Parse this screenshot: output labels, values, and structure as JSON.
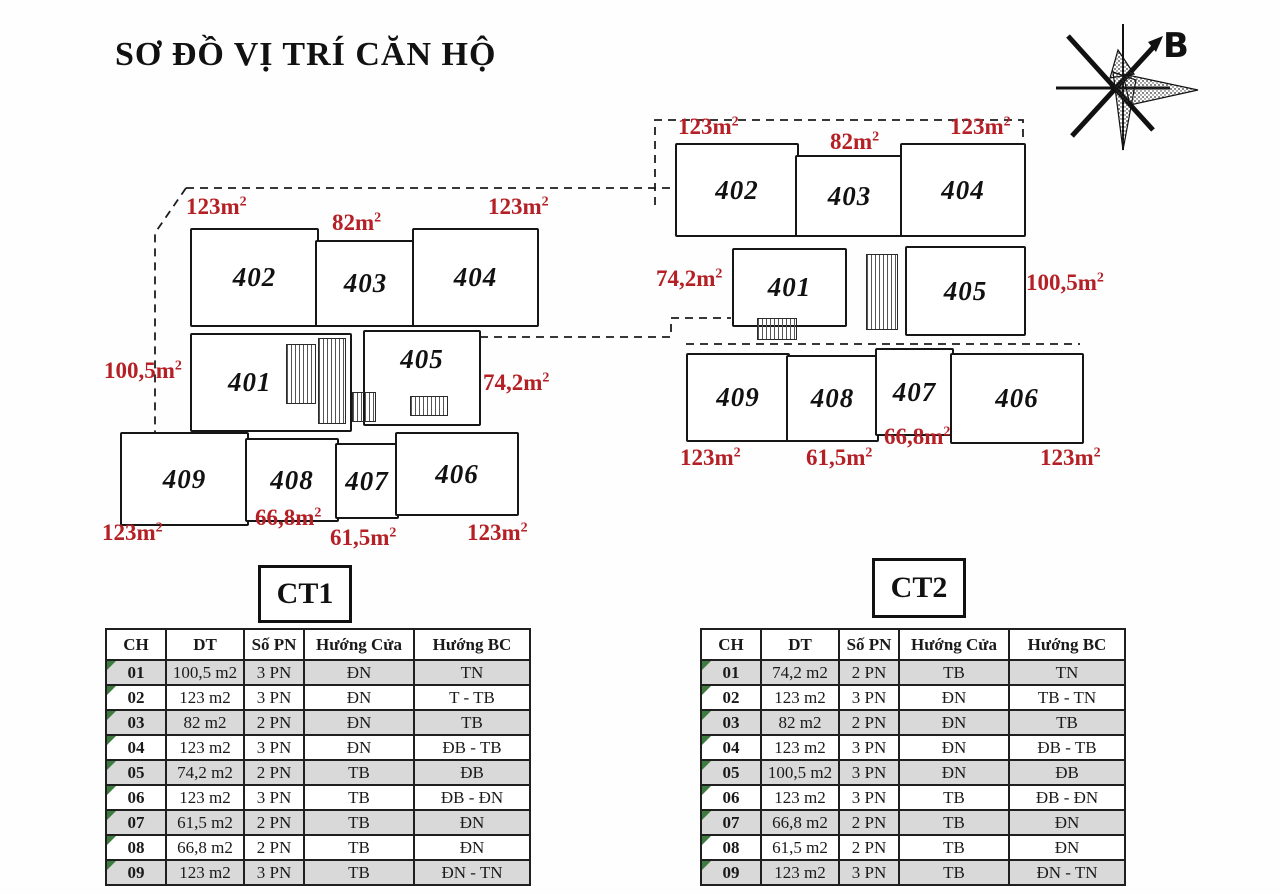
{
  "title": "SƠ ĐỒ VỊ TRÍ CĂN HỘ",
  "compass": {
    "north_label": "B"
  },
  "unit": {
    "base": "m",
    "sup": "2"
  },
  "plans": {
    "ct1": {
      "label": "CT1",
      "rooms": [
        "402",
        "403",
        "404",
        "401",
        "405",
        "409",
        "408",
        "407",
        "406"
      ],
      "area_labels": [
        "123",
        "82",
        "123",
        "100,5",
        "74,2",
        "123",
        "66,8",
        "61,5",
        "123"
      ]
    },
    "ct2": {
      "label": "CT2",
      "rooms": [
        "402",
        "403",
        "404",
        "401",
        "405",
        "409",
        "408",
        "407",
        "406"
      ],
      "area_labels": [
        "123",
        "82",
        "123",
        "74,2",
        "100,5",
        "123",
        "61,5",
        "66,8",
        "123"
      ]
    }
  },
  "tables": {
    "headers": [
      "CH",
      "DT",
      "Số PN",
      "Hướng Cửa",
      "Hướng BC"
    ],
    "ct1": {
      "rows": [
        [
          "01",
          "100,5 m2",
          "3 PN",
          "ĐN",
          "TN"
        ],
        [
          "02",
          "123 m2",
          "3 PN",
          "ĐN",
          "T - TB"
        ],
        [
          "03",
          "82 m2",
          "2 PN",
          "ĐN",
          "TB"
        ],
        [
          "04",
          "123 m2",
          "3 PN",
          "ĐN",
          "ĐB - TB"
        ],
        [
          "05",
          "74,2 m2",
          "2 PN",
          "TB",
          "ĐB"
        ],
        [
          "06",
          "123 m2",
          "3 PN",
          "TB",
          "ĐB - ĐN"
        ],
        [
          "07",
          "61,5 m2",
          "2 PN",
          "TB",
          "ĐN"
        ],
        [
          "08",
          "66,8 m2",
          "2 PN",
          "TB",
          "ĐN"
        ],
        [
          "09",
          "123 m2",
          "3 PN",
          "TB",
          "ĐN - TN"
        ]
      ]
    },
    "ct2": {
      "rows": [
        [
          "01",
          "74,2 m2",
          "2 PN",
          "TB",
          "TN"
        ],
        [
          "02",
          "123 m2",
          "3 PN",
          "ĐN",
          "TB - TN"
        ],
        [
          "03",
          "82 m2",
          "2 PN",
          "ĐN",
          "TB"
        ],
        [
          "04",
          "123 m2",
          "3 PN",
          "ĐN",
          "ĐB - TB"
        ],
        [
          "05",
          "100,5 m2",
          "3 PN",
          "ĐN",
          "ĐB"
        ],
        [
          "06",
          "123 m2",
          "3 PN",
          "TB",
          "ĐB - ĐN"
        ],
        [
          "07",
          "66,8 m2",
          "2 PN",
          "TB",
          "ĐN"
        ],
        [
          "08",
          "61,5 m2",
          "2 PN",
          "TB",
          "ĐN"
        ],
        [
          "09",
          "123 m2",
          "3 PN",
          "TB",
          "ĐN - TN"
        ]
      ]
    }
  },
  "colors": {
    "area_label_red": "#b42025",
    "row_shade_gray": "#d9d9d9",
    "marker_green": "#3e7b3e"
  }
}
